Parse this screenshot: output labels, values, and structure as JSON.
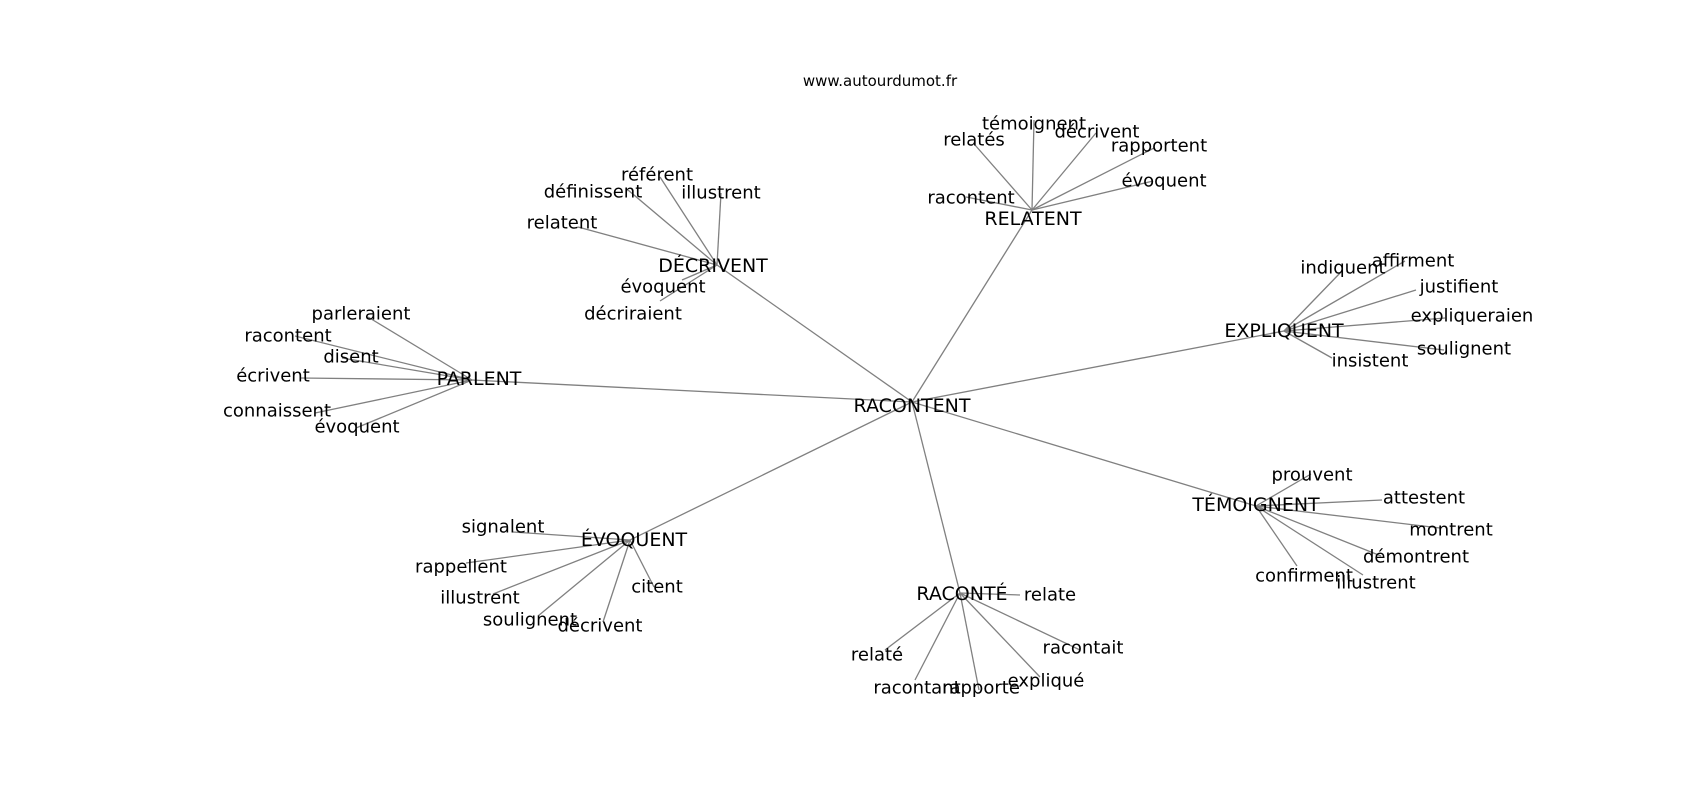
{
  "source": "www.autourdumot.fr",
  "center": {
    "id": "RACONTENT",
    "label": "RACONTENT"
  },
  "hubs": [
    {
      "id": "DECRIVENT",
      "label": "DÉCRIVENT",
      "leaves": [
        "référent",
        "définissent",
        "illustrent",
        "relatent",
        "évoquent",
        "décriraient"
      ]
    },
    {
      "id": "RELATENT",
      "label": "RELATENT",
      "leaves": [
        "témoignent",
        "relatés",
        "décrivent",
        "rapportent",
        "évoquent",
        "racontent"
      ]
    },
    {
      "id": "EXPLIQUENT",
      "label": "EXPLIQUENT",
      "leaves": [
        "indiquent",
        "affirment",
        "justifient",
        "expliqueraien",
        "soulignent",
        "insistent"
      ]
    },
    {
      "id": "PARLENT",
      "label": "PARLENT",
      "leaves": [
        "parleraient",
        "racontent",
        "disent",
        "écrivent",
        "connaissent",
        "évoquent"
      ]
    },
    {
      "id": "TEMOIGNENT",
      "label": "TÉMOIGNENT",
      "leaves": [
        "prouvent",
        "attestent",
        "montrent",
        "démontrent",
        "confirment",
        "illustrent"
      ]
    },
    {
      "id": "EVOQUENT",
      "label": "ÉVOQUENT",
      "leaves": [
        "signalent",
        "rappellent",
        "illustrent",
        "soulignent",
        "décrivent",
        "citent"
      ]
    },
    {
      "id": "RACONTE",
      "label": "RACONTÉ",
      "leaves": [
        "relate",
        "racontait",
        "expliqué",
        "rapporte",
        "racontant",
        "relaté"
      ]
    }
  ]
}
